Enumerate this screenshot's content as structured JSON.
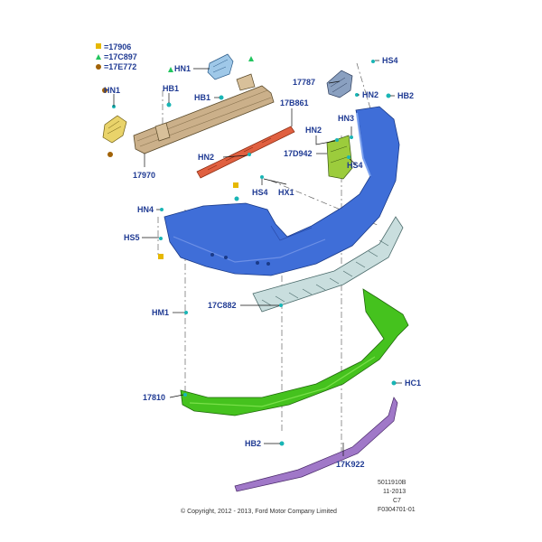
{
  "legend": [
    {
      "code": "=17906",
      "shape": "square",
      "color": "#e6b800"
    },
    {
      "code": "=17C897",
      "shape": "triangle",
      "color": "#22c55e"
    },
    {
      "code": "=17E772",
      "shape": "circle",
      "color": "#a16207"
    }
  ],
  "labels": {
    "hn1_a": "HN1",
    "hn1_b": "HN1",
    "hb1_a": "HB1",
    "hb1_b": "HB1",
    "p17970": "17970",
    "hn2_a": "HN2",
    "hs4_a": "HS4",
    "hx1": "HX1",
    "p17b861": "17B861",
    "hn2_b": "HN2",
    "p17d942": "17D942",
    "hs4_b": "HS4",
    "hn3": "HN3",
    "p17787": "17787",
    "hs4_c": "HS4",
    "hn2_c": "HN2",
    "hb2_a": "HB2",
    "hn4": "HN4",
    "hs5": "HS5",
    "hm1": "HM1",
    "p17c882": "17C882",
    "p17810": "17810",
    "hc1": "HC1",
    "hb2_b": "HB2",
    "p17k922": "17K922"
  },
  "colors": {
    "label": "#1f3a93",
    "bumper": "#3f6ed8",
    "reinforcement": "#cbb08a",
    "reflector": "#e06040",
    "absorber": "#c9dede",
    "valance": "#45c21e",
    "trim_strip": "#a078c8",
    "bracket": "#9ccc3c"
  },
  "footer": {
    "copyright": "© Copyright, 2012 - 2013, Ford Motor Company Limited",
    "ref1": "5011910B",
    "ref2": "11-2013",
    "ref3": "C7",
    "ref4": "F0304701-01"
  }
}
